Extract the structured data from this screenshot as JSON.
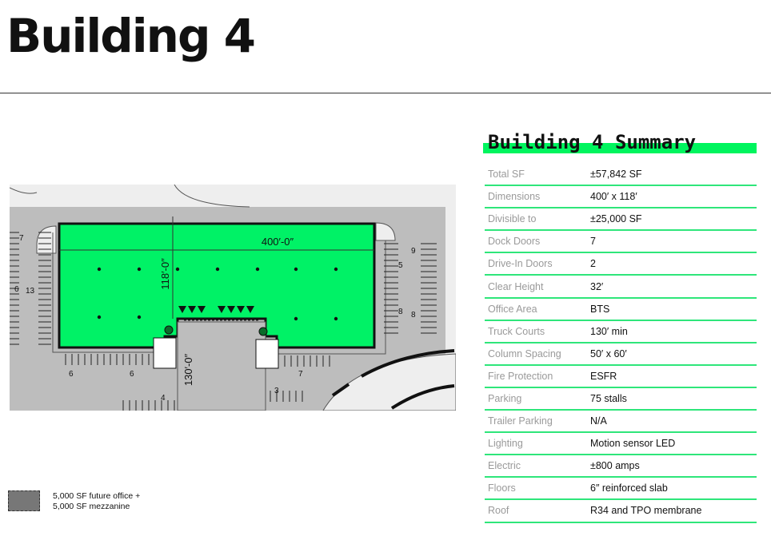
{
  "header": {
    "title": "Building 4"
  },
  "summary": {
    "title": "Building 4 Summary",
    "rows": [
      {
        "label": "Total SF",
        "value": "±57,842 SF"
      },
      {
        "label": "Dimensions",
        "value": "400′ x 118′"
      },
      {
        "label": "Divisible to",
        "value": "±25,000 SF"
      },
      {
        "label": "Dock Doors",
        "value": "7"
      },
      {
        "label": "Drive-In Doors",
        "value": "2"
      },
      {
        "label": "Clear Height",
        "value": "32′"
      },
      {
        "label": "Office Area",
        "value": "BTS"
      },
      {
        "label": "Truck Courts",
        "value": "130′ min"
      },
      {
        "label": "Column Spacing",
        "value": "50′ x 60′"
      },
      {
        "label": "Fire Protection",
        "value": "ESFR"
      },
      {
        "label": "Parking",
        "value": "75 stalls"
      },
      {
        "label": "Trailer Parking",
        "value": "N/A"
      },
      {
        "label": "Lighting",
        "value": "Motion sensor LED"
      },
      {
        "label": "Electric",
        "value": "±800 amps"
      },
      {
        "label": "Floors",
        "value": "6″ reinforced slab"
      },
      {
        "label": "Roof",
        "value": "R34 and TPO membrane"
      }
    ]
  },
  "plan": {
    "dim_width": "400′-0″",
    "dim_depth": "118′-0″",
    "dim_court": "130′-0″",
    "stall_counts": [
      "7",
      "13",
      "6",
      "9",
      "5",
      "8",
      "8",
      "6",
      "6",
      "7",
      "4",
      "3"
    ],
    "colors": {
      "building": "#00f266",
      "paving": "#bdbdbd",
      "ground": "#eeeeee",
      "outline": "#111111"
    }
  },
  "legend": {
    "line1": "5,000 SF future office +",
    "line2": "5,000 SF mezzanine"
  }
}
